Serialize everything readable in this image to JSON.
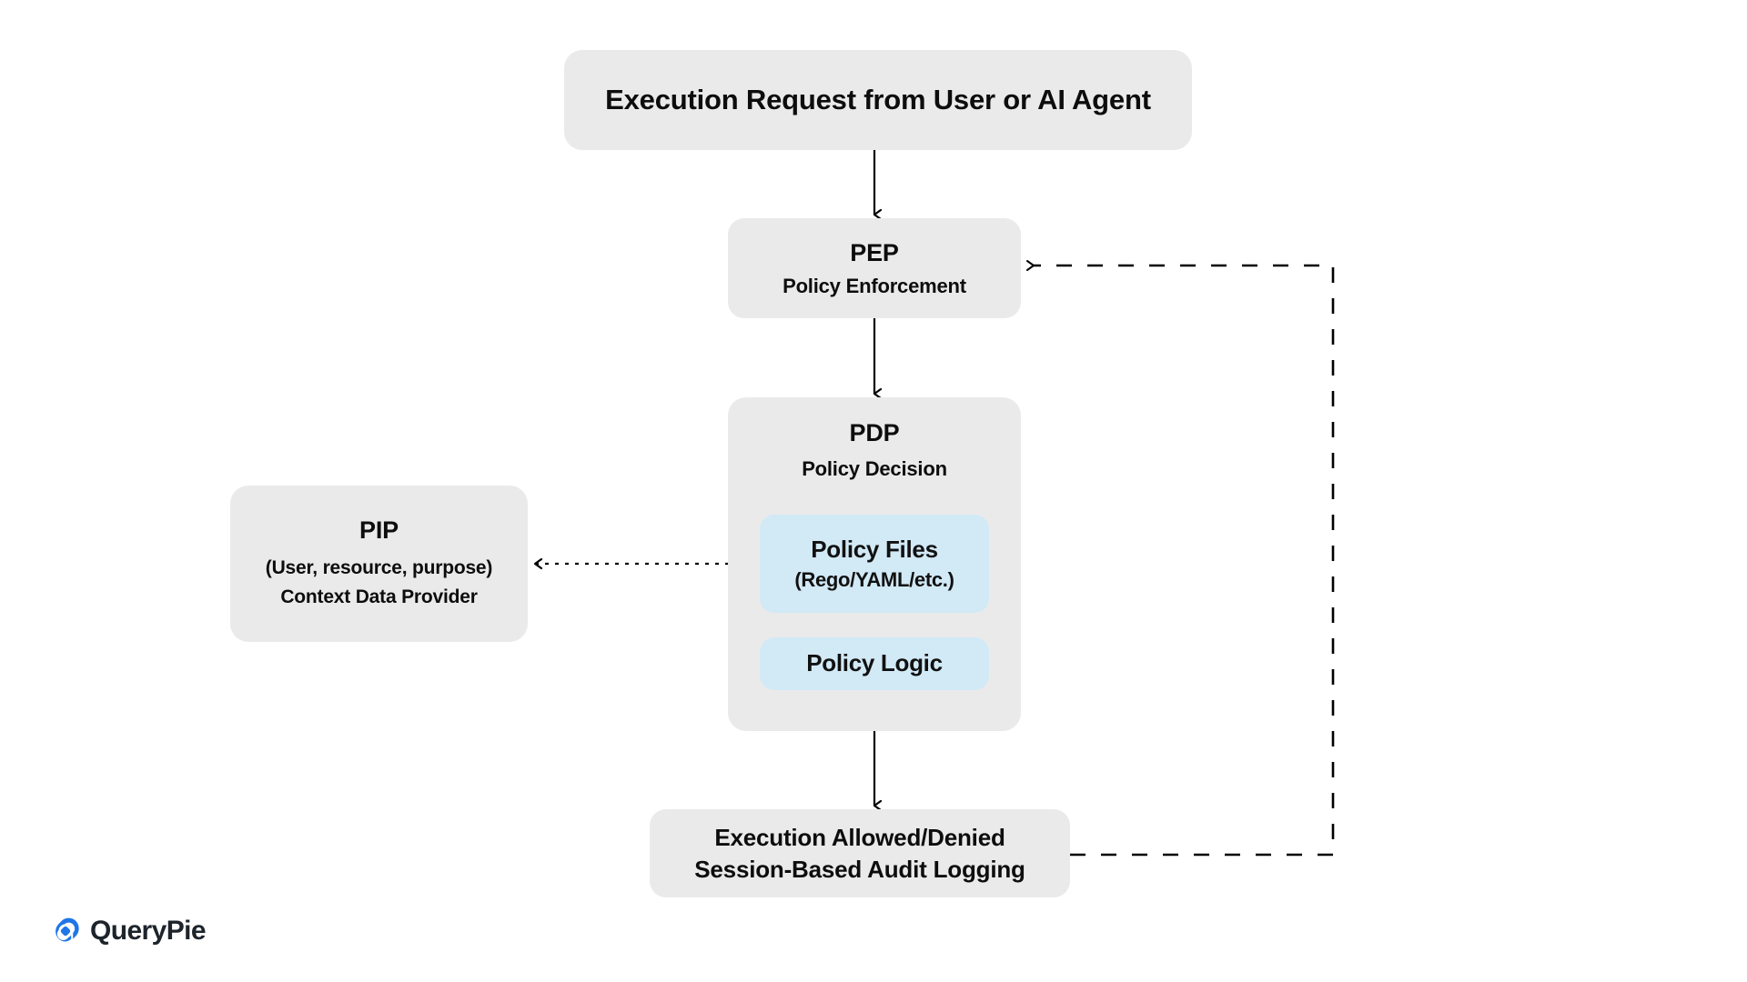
{
  "diagram": {
    "title": "Policy enforcement flow for execution requests",
    "colors": {
      "background": "#ffffff",
      "node_fill": "#eaeaea",
      "inner_card_fill": "#d2e9f6",
      "text": "#0d0d0d",
      "connector": "#000000",
      "brand_blue": "#1e76e8",
      "brand_text": "#1d242b"
    },
    "nodes": {
      "request": {
        "title": "Execution Request from User or AI Agent"
      },
      "pep": {
        "title": "PEP",
        "subtitle": "Policy Enforcement"
      },
      "pdp": {
        "title": "PDP",
        "subtitle": "Policy Decision",
        "cards": {
          "policy_files": {
            "title": "Policy Files",
            "subtitle": "(Rego/YAML/etc.)"
          },
          "policy_logic": {
            "title": "Policy Logic"
          }
        }
      },
      "pip": {
        "title": "PIP",
        "subtitle": "(User, resource, purpose)",
        "detail": "Context Data Provider"
      },
      "result": {
        "line1": "Execution Allowed/Denied",
        "line2": "Session-Based Audit Logging"
      }
    },
    "connectors": [
      {
        "name": "request-to-pep",
        "style": "solid",
        "direction": "down",
        "from": "request",
        "to": "pep"
      },
      {
        "name": "pep-to-pdp",
        "style": "solid",
        "direction": "down",
        "from": "pep",
        "to": "pdp"
      },
      {
        "name": "pdp-to-result",
        "style": "solid",
        "direction": "down",
        "from": "pdp",
        "to": "result"
      },
      {
        "name": "pip-to-pdp",
        "style": "dotted",
        "direction": "both",
        "from": "pip",
        "to": "pdp"
      },
      {
        "name": "result-to-pep",
        "style": "dashed",
        "direction": "left",
        "from": "result",
        "to": "pep"
      }
    ]
  },
  "branding": {
    "name": "QueryPie",
    "logo_icon": "querypie-logo-icon"
  }
}
